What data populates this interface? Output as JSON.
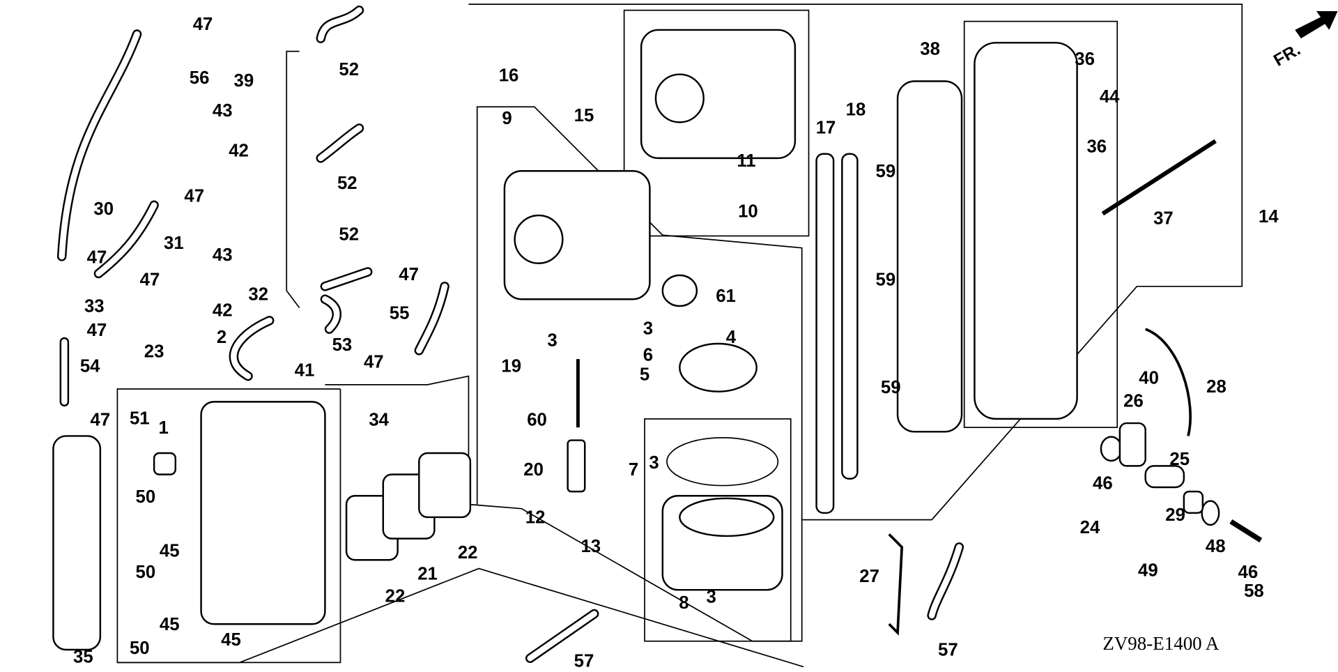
{
  "diagram": {
    "direction_marker": "FR.",
    "drawing_code": "ZV98-E1400 A",
    "callouts": [
      "47",
      "56",
      "39",
      "52",
      "43",
      "42",
      "52",
      "30",
      "47",
      "31",
      "47",
      "47",
      "33",
      "42",
      "43",
      "32",
      "52",
      "53",
      "41",
      "23",
      "2",
      "47",
      "54",
      "47",
      "51",
      "1",
      "34",
      "50",
      "45",
      "50",
      "45",
      "50",
      "45",
      "35",
      "22",
      "21",
      "22",
      "47",
      "55",
      "47",
      "16",
      "9",
      "15",
      "11",
      "10",
      "61",
      "4",
      "3",
      "6",
      "5",
      "3",
      "19",
      "60",
      "20",
      "12",
      "13",
      "7",
      "3",
      "3",
      "8",
      "57",
      "17",
      "18",
      "38",
      "59",
      "59",
      "59",
      "36",
      "36",
      "44",
      "37",
      "14",
      "27",
      "57",
      "28",
      "40",
      "26",
      "25",
      "46",
      "24",
      "29",
      "48",
      "46",
      "49",
      "58"
    ]
  }
}
